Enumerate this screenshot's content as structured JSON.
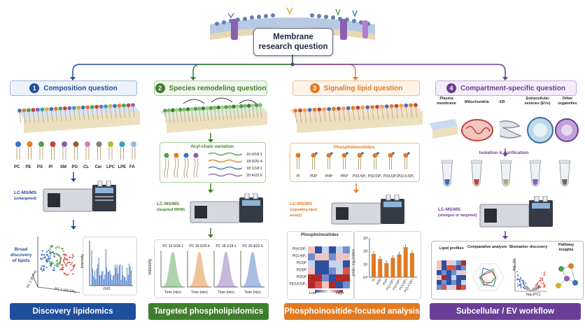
{
  "root": {
    "line1": "Membrane",
    "line2": "research question"
  },
  "columns": [
    {
      "num": "1",
      "title": "Composition question",
      "color": "#1f4e9c",
      "footer": "Discovery lipidomics"
    },
    {
      "num": "2",
      "title": "Species remodeling question",
      "color": "#3f7f2c",
      "footer": "Targeted phospholipidomics"
    },
    {
      "num": "3",
      "title": "Signaling lipid question",
      "color": "#e07b24",
      "footer": "Phosphoinositide-focused analysis"
    },
    {
      "num": "4",
      "title": "Compartment-specific question",
      "color": "#6a3e96",
      "footer": "Subcellular / EV workflow"
    }
  ],
  "col1": {
    "lipids": [
      "PC",
      "PE",
      "PS",
      "PI",
      "SM",
      "PG",
      "CL",
      "Cer",
      "LPC",
      "LPE",
      "FA"
    ],
    "lcms_line1": "LC-MS/MS",
    "lcms_line2": "(untargeted)",
    "broad_1": "Broad",
    "broad_2": "discovery",
    "broad_3": "of lipids",
    "pc1": "PC 1 (23.1%)",
    "pc2": "PC 2 (8.9%)",
    "mz": "m/z",
    "intensity": "Intensity"
  },
  "col2": {
    "acyl_title": "Acyl-chain variation",
    "chains": [
      "16:0/18:1",
      "18:0/20:4",
      "18:1/18:1",
      "20:4/22:6"
    ],
    "lcms_line1": "LC-MS/MS",
    "lcms_line2": "(targeted MRM)",
    "peaks": [
      "PC 16:0/18:1",
      "PC 18:0/20:4",
      "PC 18:1/18:1",
      "PC 20:4/22:6"
    ],
    "intensity": "Intensity",
    "time": "Time (min)"
  },
  "col3": {
    "phos_title": "Phosphoinositides",
    "pis": [
      "PI",
      "PI3P",
      "PI4P",
      "PI5P",
      "PI(3,4)P₂",
      "PI(3,5)P₂",
      "PI(4,5)P₂",
      "PI(3,4,5)P₃"
    ],
    "lcms_line1": "LC-MS/MS",
    "lcms_line2": "(signaling-lipid",
    "lcms_line3": "assay)",
    "heat_title": "Phosphoinositides",
    "heat_rows": [
      "PI(4,5)P₂",
      "PI(3,4)P₂",
      "PI(3)P",
      "PI(4)P",
      "PI(5)P",
      "PI(3,4,5)P₃"
    ],
    "low": "Low",
    "high": "High",
    "bar_ylabel": "pmol / mg protein",
    "y_ticks": [
      "10³",
      "10²",
      "10¹",
      "10⁰"
    ]
  },
  "col4": {
    "organelles": [
      "Plasma membrane",
      "Mitochondria",
      "ER",
      "Extracellular vesicles (EVs)",
      "Other organelles"
    ],
    "iso": "Isolation & purification",
    "lcms_line1": "LC-MS/MS",
    "lcms_line2": "(shotgun or targeted)",
    "out_titles": [
      "Lipid profiles",
      "Comparative analysis",
      "Biomarker discovery",
      "Pathway insights"
    ],
    "volcano_y": "-log₁₀(p)",
    "volcano_x": "log₂(FC)"
  },
  "chart_data": {
    "type": "bar",
    "categories": [
      "PI",
      "PI3P",
      "PI4P",
      "PI(3,4)P₂",
      "PI(3,5)P₂",
      "PI(4,5)P₂",
      "PI(3,4,5)P₃"
    ],
    "values": [
      60,
      25,
      12,
      30,
      55,
      200,
      70
    ],
    "ylabel": "pmol / mg protein",
    "yscale": "log",
    "ylim": [
      1,
      1000
    ],
    "color": "#e07b24"
  }
}
